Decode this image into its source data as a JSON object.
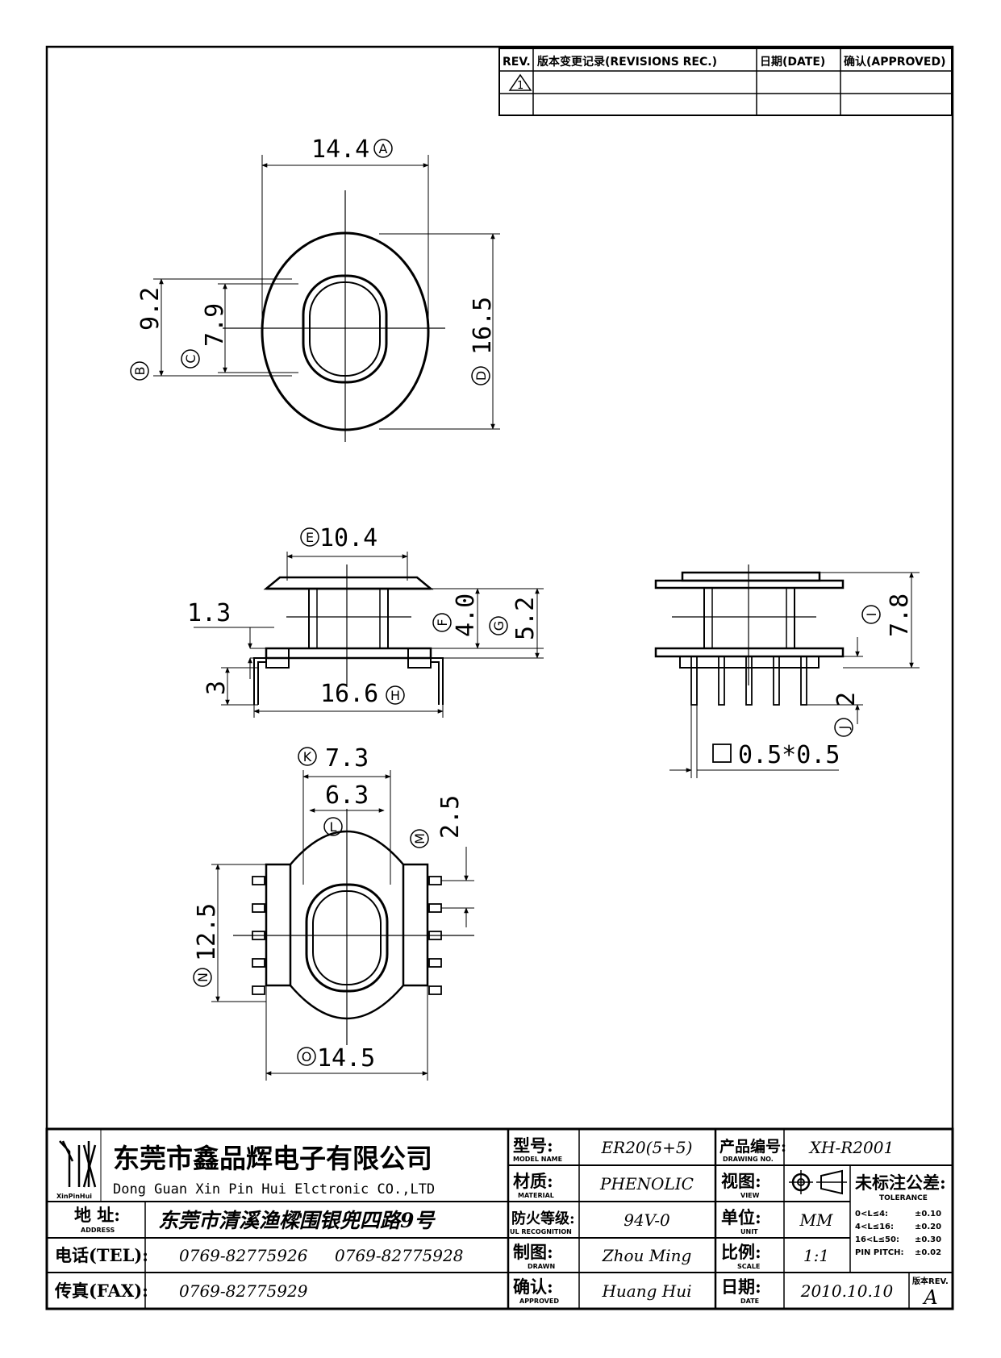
{
  "revision_block": {
    "col_rev": "REV.",
    "col_record": "版本变更记录(REVISIONS REC.)",
    "col_date": "日期(DATE)",
    "col_approved": "确认(APPROVED)",
    "rev_mark": "1"
  },
  "top_view": {
    "dim_width": "14.4",
    "dim_width_tag": "A",
    "dim_b": "9.2",
    "dim_b_tag": "B",
    "dim_c": "7.9",
    "dim_c_tag": "C",
    "dim_d": "16.5",
    "dim_d_tag": "D"
  },
  "front_view": {
    "dim_e": "10.4",
    "dim_e_tag": "E",
    "dim_f": "4.0",
    "dim_f_tag": "F",
    "dim_g": "5.2",
    "dim_g_tag": "G",
    "dim_flange": "1.3",
    "dim_pin": "3",
    "dim_h": "16.6",
    "dim_h_tag": "H"
  },
  "side_view": {
    "dim_i": "7.8",
    "dim_i_tag": "I",
    "dim_j": "2",
    "dim_j_tag": "J",
    "pin_size": "0.5*0.5"
  },
  "bottom_view": {
    "dim_k": "7.3",
    "dim_k_tag": "K",
    "dim_l": "6.3",
    "dim_l_tag": "L",
    "dim_m": "2.5",
    "dim_m_tag": "M",
    "dim_n": "12.5",
    "dim_n_tag": "N",
    "dim_o": "14.5",
    "dim_o_tag": "O"
  },
  "title_block": {
    "logo_text": "XinPinHui",
    "company_cn": "东莞市鑫品辉电子有限公司",
    "company_en": "Dong Guan Xin Pin Hui Elctronic CO.,LTD",
    "address_label": "地 址:",
    "address_sub": "ADDRESS",
    "address_value": "东莞市清溪渔樑围银兜四路9号",
    "tel_label": "电话(TEL):",
    "tel_value_1": "0769-82775926",
    "tel_value_2": "0769-82775928",
    "fax_label": "传真(FAX):",
    "fax_value": "0769-82775929",
    "model_label": "型号:",
    "model_sub": "MODEL NAME",
    "model_value": "ER20(5+5)",
    "material_label": "材质:",
    "material_sub": "MATERIAL",
    "material_value": "PHENOLIC",
    "ul_label": "防火等级:",
    "ul_sub": "UL RECOGNITION",
    "ul_value": "94V-0",
    "drawn_label": "制图:",
    "drawn_sub": "DRAWN",
    "drawn_value": "Zhou Ming",
    "approved_label": "确认:",
    "approved_sub": "APPROVED",
    "approved_value": "Huang Hui",
    "drawing_no_label": "产品编号:",
    "drawing_no_sub": "DRAWING NO.",
    "drawing_no_value": "XH-R2001",
    "view_label": "视图:",
    "view_sub": "VIEW",
    "unit_label": "单位:",
    "unit_sub": "UNIT",
    "unit_value": "MM",
    "scale_label": "比例:",
    "scale_sub": "SCALE",
    "scale_value": "1:1",
    "date_label": "日期:",
    "date_sub": "DATE",
    "date_value": "2010.10.10",
    "tolerance_title": "未标注公差:",
    "tolerance_sub": "TOLERANCE",
    "tolerance_rows": [
      {
        "range": "0<L≤4:",
        "value": "±0.10"
      },
      {
        "range": "4<L≤16:",
        "value": "±0.20"
      },
      {
        "range": "16<L≤50:",
        "value": "±0.30"
      },
      {
        "range": "PIN PITCH:",
        "value": "±0.02"
      }
    ],
    "rev_label": "版本REV.",
    "rev_value": "A"
  }
}
